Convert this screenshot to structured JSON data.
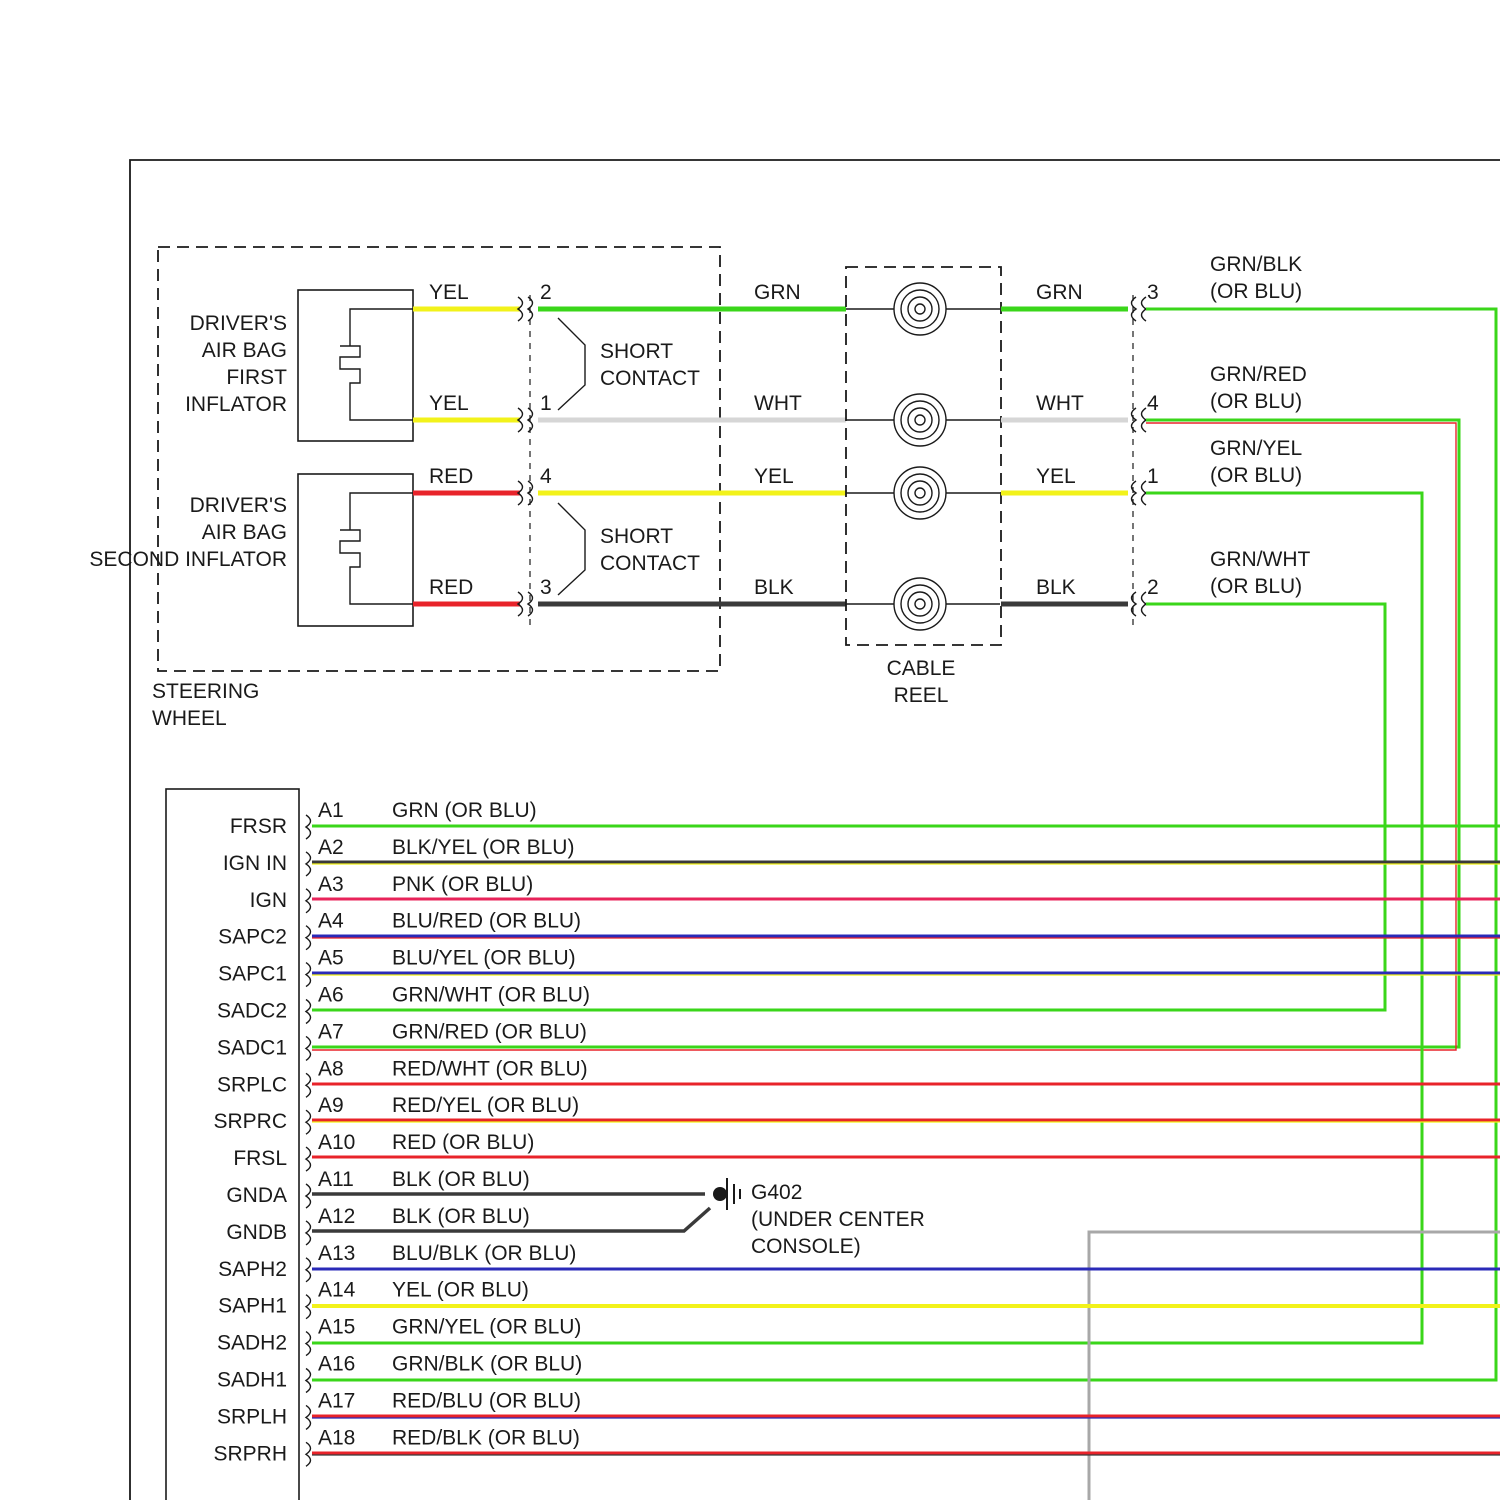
{
  "colors": {
    "green": "#3ad61a",
    "yellow": "#f2f21a",
    "red": "#e8232a",
    "white": "#d6d6d6",
    "black": "#3a3a3a",
    "blue": "#2a2ab8",
    "pink": "#e8235a",
    "gray": "#a8a8a8"
  },
  "steering": {
    "inflator1": [
      "DRIVER'S",
      "AIR BAG",
      "FIRST",
      "INFLATOR"
    ],
    "inflator2": [
      "DRIVER'S",
      "AIR BAG",
      "SECOND INFLATOR"
    ],
    "short_contact": [
      "SHORT",
      "CONTACT"
    ],
    "label": [
      "STEERING",
      "WHEEL"
    ],
    "inflator_wires": [
      "YEL",
      "YEL",
      "RED",
      "RED"
    ],
    "pins": [
      "2",
      "1",
      "4",
      "3"
    ],
    "mid_wires": [
      "GRN",
      "WHT",
      "YEL",
      "BLK"
    ]
  },
  "cable_reel": {
    "label": [
      "CABLE",
      "REEL"
    ],
    "out_wires": [
      "GRN",
      "WHT",
      "YEL",
      "BLK"
    ],
    "pins": [
      "3",
      "4",
      "1",
      "2"
    ],
    "right_wires": [
      [
        "GRN/BLK",
        "(OR BLU)"
      ],
      [
        "GRN/RED",
        "(OR BLU)"
      ],
      [
        "GRN/YEL",
        "(OR BLU)"
      ],
      [
        "GRN/WHT",
        "(OR BLU)"
      ]
    ]
  },
  "module": {
    "terminals": [
      {
        "name": "FRSR",
        "pin": "A1",
        "wire": "GRN (OR BLU)"
      },
      {
        "name": "IGN IN",
        "pin": "A2",
        "wire": "BLK/YEL (OR BLU)"
      },
      {
        "name": "IGN",
        "pin": "A3",
        "wire": "PNK (OR BLU)"
      },
      {
        "name": "SAPC2",
        "pin": "A4",
        "wire": "BLU/RED (OR BLU)"
      },
      {
        "name": "SAPC1",
        "pin": "A5",
        "wire": "BLU/YEL (OR BLU)"
      },
      {
        "name": "SADC2",
        "pin": "A6",
        "wire": "GRN/WHT (OR BLU)"
      },
      {
        "name": "SADC1",
        "pin": "A7",
        "wire": "GRN/RED (OR BLU)"
      },
      {
        "name": "SRPLC",
        "pin": "A8",
        "wire": "RED/WHT (OR BLU)"
      },
      {
        "name": "SRPRC",
        "pin": "A9",
        "wire": "RED/YEL (OR BLU)"
      },
      {
        "name": "FRSL",
        "pin": "A10",
        "wire": "RED (OR BLU)"
      },
      {
        "name": "GNDA",
        "pin": "A11",
        "wire": "BLK (OR BLU)"
      },
      {
        "name": "GNDB",
        "pin": "A12",
        "wire": "BLK (OR BLU)"
      },
      {
        "name": "SAPH2",
        "pin": "A13",
        "wire": "BLU/BLK (OR BLU)"
      },
      {
        "name": "SAPH1",
        "pin": "A14",
        "wire": "YEL (OR BLU)"
      },
      {
        "name": "SADH2",
        "pin": "A15",
        "wire": "GRN/YEL (OR BLU)"
      },
      {
        "name": "SADH1",
        "pin": "A16",
        "wire": "GRN/BLK (OR BLU)"
      },
      {
        "name": "SRPLH",
        "pin": "A17",
        "wire": "RED/BLU (OR BLU)"
      },
      {
        "name": "SRPRH",
        "pin": "A18",
        "wire": "RED/BLK (OR BLU)"
      }
    ]
  },
  "ground": {
    "label": [
      "G402",
      "(UNDER CENTER",
      "CONSOLE)"
    ]
  }
}
